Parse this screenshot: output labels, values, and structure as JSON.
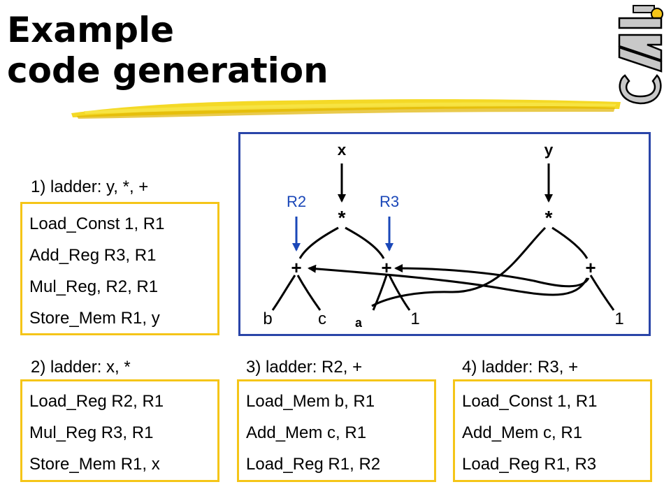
{
  "slide": {
    "title_line1": "Example",
    "title_line2": "code generation",
    "logo_text": "IAIC"
  },
  "steps": [
    {
      "label": "1) ladder: y, *, +",
      "code": [
        "Load_Const 1, R1",
        "Add_Reg R3, R1",
        "Mul_Reg, R2, R1",
        "Store_Mem R1, y"
      ]
    },
    {
      "label": "2) ladder: x, *",
      "code": [
        "Load_Reg R2, R1",
        "Mul_Reg R3, R1",
        "Store_Mem R1, x"
      ]
    },
    {
      "label": "3) ladder: R2, +",
      "code": [
        "Load_Mem b, R1",
        "Add_Mem c, R1",
        "Load_Reg R1, R2"
      ]
    },
    {
      "label": "4) ladder: R3, +",
      "code": [
        "Load_Const 1, R1",
        "Add_Mem c, R1",
        "Load_Reg R1, R3"
      ]
    }
  ],
  "tree": {
    "x": "x",
    "y": "y",
    "mul_left": "*",
    "mul_right": "*",
    "plus_1": "+",
    "plus_2": "+",
    "plus_3": "+",
    "leaf_b": "b",
    "leaf_c": "c",
    "leaf_a": "a",
    "leaf_1_mid": "1",
    "leaf_1_right": "1",
    "reg_r2": "R2",
    "reg_r3": "R3"
  },
  "colors": {
    "box_border": "#f5c518",
    "diagram_border": "#2a45a8",
    "register_blue": "#1a47b8"
  }
}
